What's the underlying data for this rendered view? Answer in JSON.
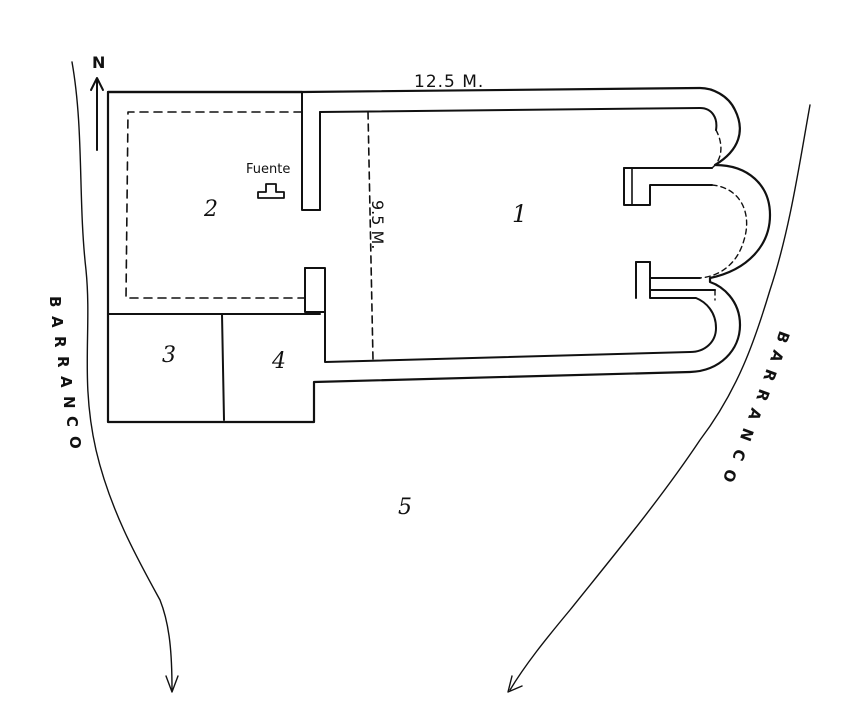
{
  "plan": {
    "north": "N",
    "dimension_length": "12.5 M.",
    "dimension_width": "9.5 M.",
    "fountain_label": "Fuente",
    "rooms": [
      "1",
      "2",
      "3",
      "4",
      "5"
    ],
    "ravine_left": [
      "B",
      "A",
      "R",
      "R",
      "A",
      "N",
      "C",
      "O"
    ],
    "ravine_right": [
      "B",
      "A",
      "R",
      "R",
      "A",
      "N",
      "C",
      "O"
    ]
  }
}
